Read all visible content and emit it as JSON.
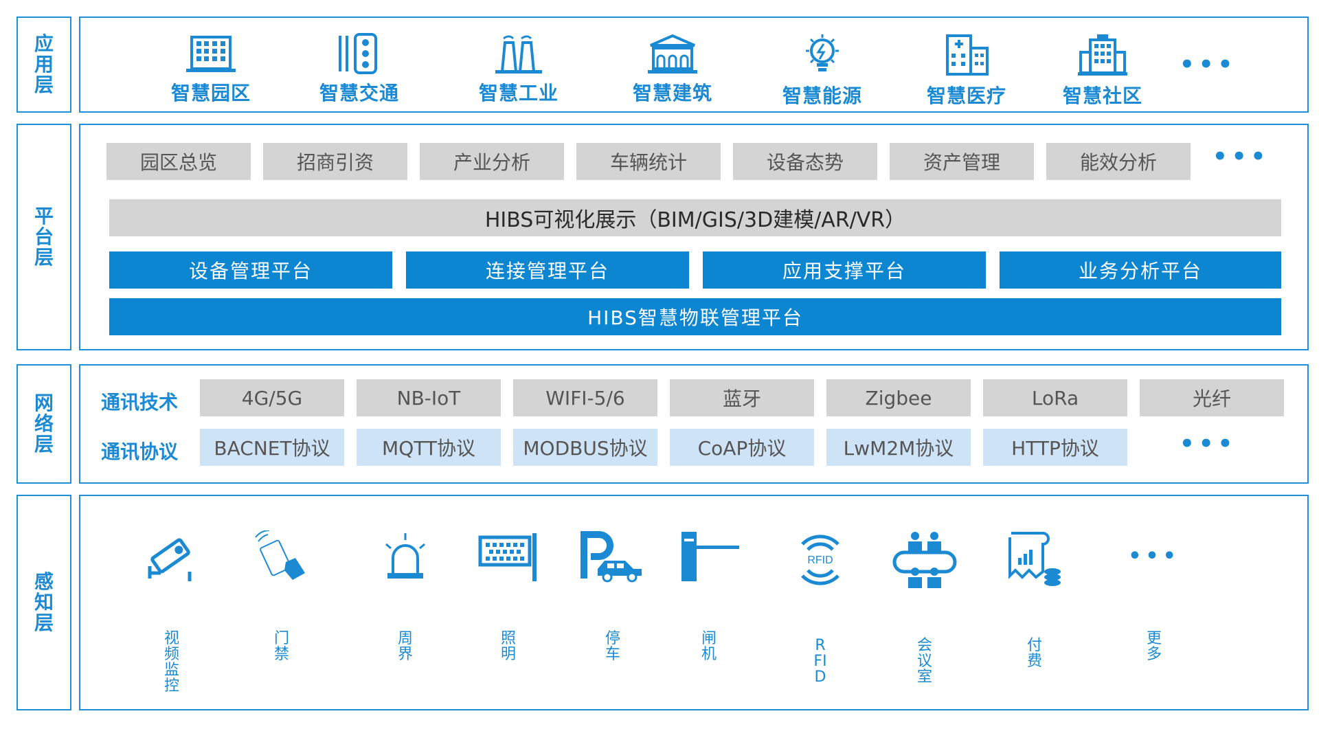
{
  "layers": {
    "application": {
      "label": "应用层"
    },
    "platform": {
      "label": "平台层"
    },
    "network": {
      "label": "网络层"
    },
    "sensing": {
      "label": "感知层"
    }
  },
  "application_items": [
    {
      "label": "智慧园区",
      "icon": "office-buildings-icon"
    },
    {
      "label": "智慧交通",
      "icon": "traffic-light-icon"
    },
    {
      "label": "智慧工业",
      "icon": "factory-icon"
    },
    {
      "label": "智慧建筑",
      "icon": "classical-building-icon"
    },
    {
      "label": "智慧能源",
      "icon": "lightbulb-energy-icon"
    },
    {
      "label": "智慧医疗",
      "icon": "hospital-icon"
    },
    {
      "label": "智慧社区",
      "icon": "apartment-icon"
    }
  ],
  "more_symbol": "•••",
  "platform": {
    "modules": [
      "园区总览",
      "招商引资",
      "产业分析",
      "车辆统计",
      "设备态势",
      "资产管理",
      "能效分析"
    ],
    "visualization": "HIBS可视化展示（BIM/GIS/3D建模/AR/VR）",
    "sub_platforms": [
      "设备管理平台",
      "连接管理平台",
      "应用支撑平台",
      "业务分析平台"
    ],
    "iot_platform": "HIBS智慧物联管理平台"
  },
  "network": {
    "tech_label": "通讯技术",
    "technologies": [
      "4G/5G",
      "NB-IoT",
      "WIFI-5/6",
      "蓝牙",
      "Zigbee",
      "LoRa",
      "光纤"
    ],
    "protocol_label": "通讯协议",
    "protocols": [
      "BACNET协议",
      "MQTT协议",
      "MODBUS协议",
      "CoAP协议",
      "LwM2M协议",
      "HTTP协议"
    ]
  },
  "sensing_items": [
    {
      "label": "视频监控",
      "icon": "cctv-camera-icon"
    },
    {
      "label": "门禁",
      "icon": "access-card-icon"
    },
    {
      "label": "周界",
      "icon": "alarm-beacon-icon"
    },
    {
      "label": "照明",
      "icon": "led-display-icon"
    },
    {
      "label": "停车",
      "icon": "parking-car-icon"
    },
    {
      "label": "闸机",
      "icon": "barrier-gate-icon"
    },
    {
      "label": "RFID",
      "icon": "rfid-icon"
    },
    {
      "label": "会议室",
      "icon": "meeting-room-icon"
    },
    {
      "label": "付费",
      "icon": "payment-icon"
    },
    {
      "label": "更多",
      "icon": "more-dots-icon"
    }
  ],
  "colors": {
    "primary_blue": "#0c86d1",
    "label_blue": "#1b8ad3",
    "tag_gray": "#d4d4d4",
    "protocol_light_blue": "#cfe3f6"
  }
}
